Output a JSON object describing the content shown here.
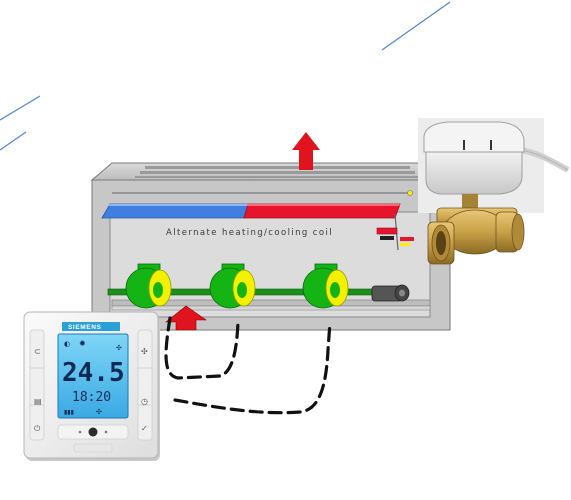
{
  "diagram": {
    "coil_label": "Alternate heating/cooling coil"
  },
  "thermostat": {
    "brand": "SIEMENS",
    "temperature": "24.5",
    "time": "18:20"
  },
  "colors": {
    "heating": "#e8142c",
    "cooling": "#3f7fe0",
    "fan_green": "#13b413",
    "fan_yellow": "#f2f200",
    "lcd": "#5cc6f2",
    "brass": "#c9a048"
  }
}
